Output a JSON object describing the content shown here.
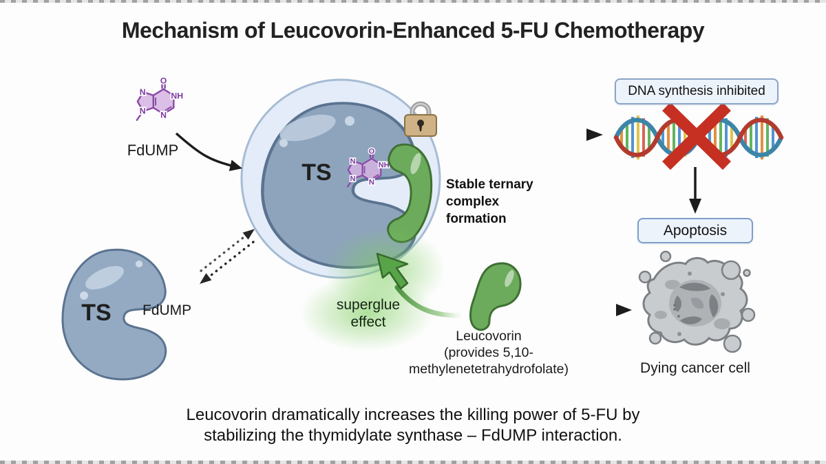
{
  "title": "Mechanism of Leucovorin-Enhanced 5-FU Chemotherapy",
  "molecule_atoms": {
    "o": "O",
    "n7": "N",
    "n9": "N",
    "n3": "N",
    "nh": "NH"
  },
  "free_fdump_label": "FdUMP",
  "ternary_complex": {
    "ts_label": "TS",
    "lock_icon": "padlock-icon",
    "annotation": {
      "line1": "Stable ternary",
      "line2": "complex",
      "line3": "formation"
    }
  },
  "free_enzyme": {
    "ts_label": "TS",
    "fdump_label": "FdUMP"
  },
  "superglue": {
    "line1": "superglue",
    "line2": "effect"
  },
  "leucovorin": {
    "line1": "Leucovorin",
    "line2": "(provides 5,10-",
    "line3": "methylenetetrahydrofolate)"
  },
  "outcomes": {
    "dna_box_label": "DNA synthesis inhibited",
    "apoptosis_box_label": "Apoptosis",
    "dying_cell_label": "Dying cancer cell"
  },
  "caption": {
    "line1": "Leucovorin dramatically increases the killing power of 5-FU by",
    "line2": "stabilizing the thymidylate synthase – FdUMP interaction."
  },
  "colors": {
    "ts_fill": "#8ea4bc",
    "ts_stroke": "#5a7390",
    "circle_fill": "#e3ecf8",
    "circle_stroke": "#a6bbd4",
    "green_fill": "#6dab5c",
    "green_stroke": "#3e6f33",
    "purple_fill": "#d5b4e2",
    "purple_stroke": "#8a4ba6",
    "lock_body": "#cfb285",
    "lock_shackle": "#a0a0a0",
    "dna_strand_teal": "#3d85a8",
    "dna_strand_red": "#b23b2e",
    "red_x": "#c53022",
    "box_fill": "#edf3fb",
    "box_stroke": "#8aa5c6",
    "cell_gray": "#c9ccce",
    "glow_green": "#7ccd5d",
    "arrow_black": "#1c1c1c"
  }
}
